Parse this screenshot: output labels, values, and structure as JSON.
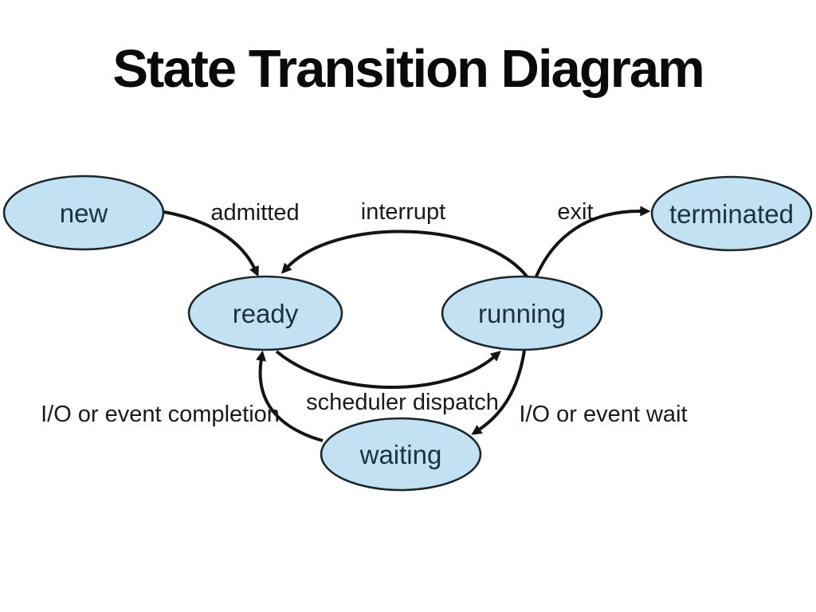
{
  "title": "State Transition Diagram",
  "colors": {
    "background": "#ffffff",
    "state_fill": "#c2e1f2",
    "state_stroke": "#1c262b",
    "state_text": "#1e323e",
    "label_text": "#1a1a1a",
    "arrow": "#141414"
  },
  "states": {
    "new": {
      "label": "new"
    },
    "ready": {
      "label": "ready"
    },
    "running": {
      "label": "running"
    },
    "waiting": {
      "label": "waiting"
    },
    "terminated": {
      "label": "terminated"
    }
  },
  "transitions": {
    "admitted": {
      "label": "admitted",
      "from": "new",
      "to": "ready"
    },
    "interrupt": {
      "label": "interrupt",
      "from": "running",
      "to": "ready"
    },
    "exit": {
      "label": "exit",
      "from": "running",
      "to": "terminated"
    },
    "scheduler_dispatch": {
      "label": "scheduler dispatch",
      "from": "ready",
      "to": "running"
    },
    "io_or_event_completion": {
      "label": "I/O or event completion",
      "from": "waiting",
      "to": "ready"
    },
    "io_or_event_wait": {
      "label": "I/O or event wait",
      "from": "running",
      "to": "waiting"
    }
  }
}
